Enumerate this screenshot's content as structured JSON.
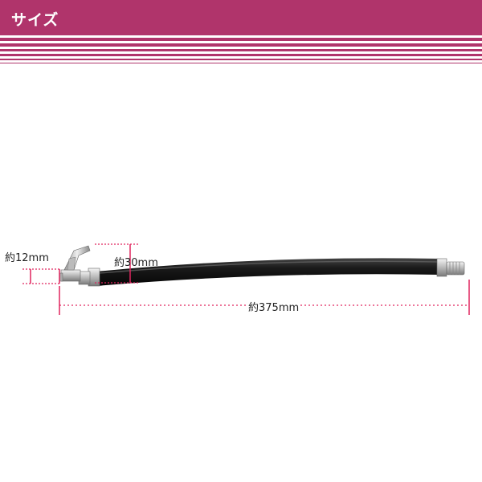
{
  "header": {
    "title": "サイズ",
    "color": "#b0346b"
  },
  "dimensions": {
    "nozzle_width": "約12mm",
    "fitting_width": "約30mm",
    "total_length": "約375mm",
    "line_color": "#e0245e"
  },
  "product": {
    "hose_color": "#111111",
    "metal_color": "#c8c8c8"
  }
}
